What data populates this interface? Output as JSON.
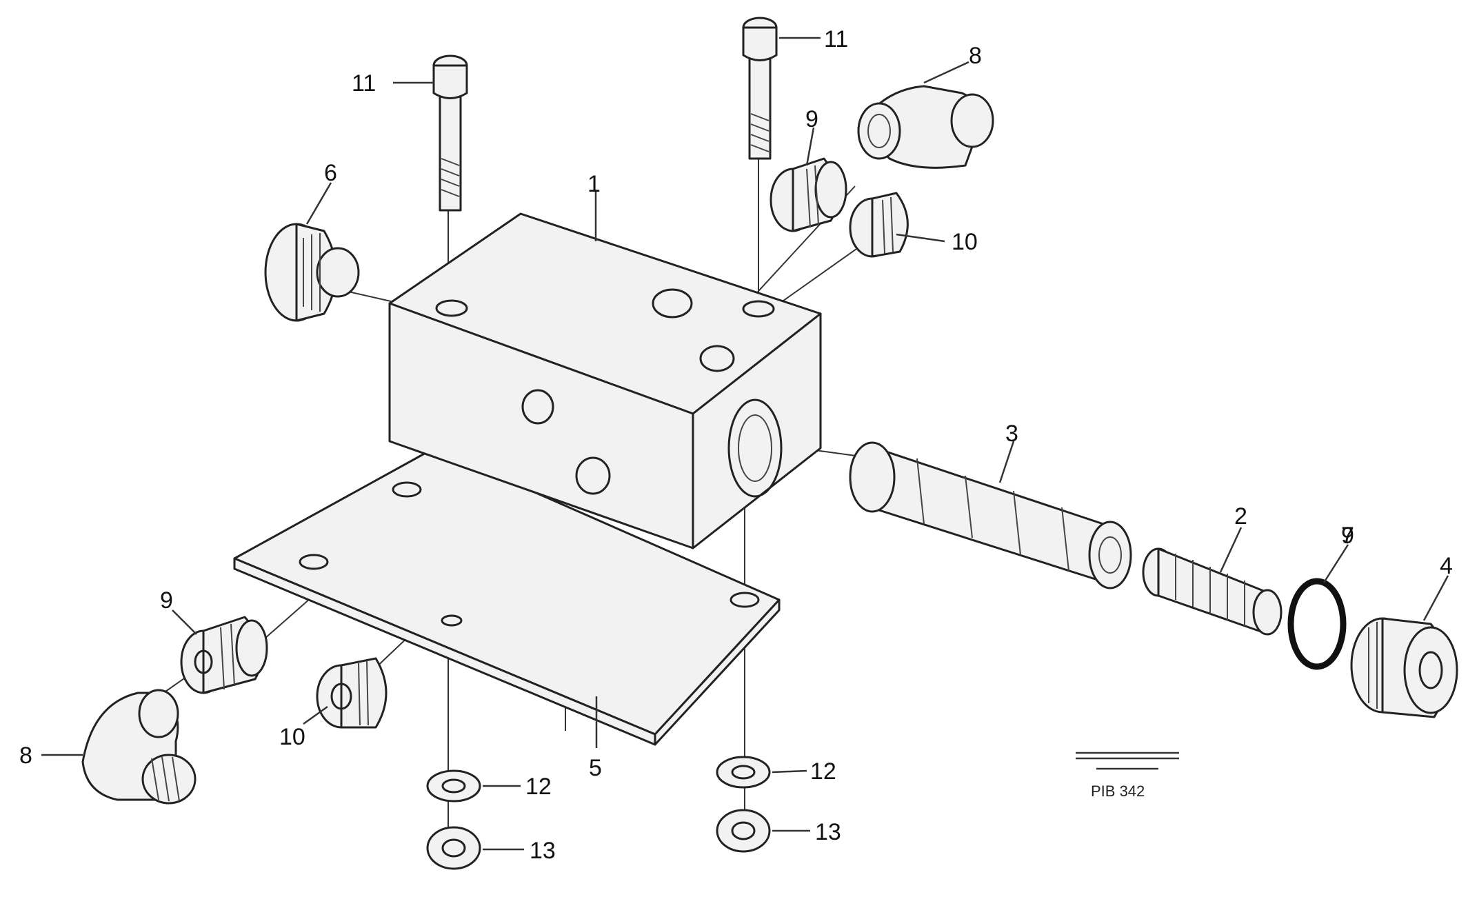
{
  "callouts": {
    "c1": "1",
    "c2": "2",
    "c3": "3",
    "c4": "4",
    "c5": "5",
    "c6": "6",
    "c7": "7",
    "c8a": "8",
    "c8b": "8",
    "c9a": "9",
    "c9b": "9",
    "c9c": "9",
    "c10a": "10",
    "c10b": "10",
    "c11a": "11",
    "c11b": "11",
    "c12a": "12",
    "c12b": "12",
    "c13a": "13",
    "c13b": "13"
  },
  "reference": {
    "code": "PIB 342"
  }
}
